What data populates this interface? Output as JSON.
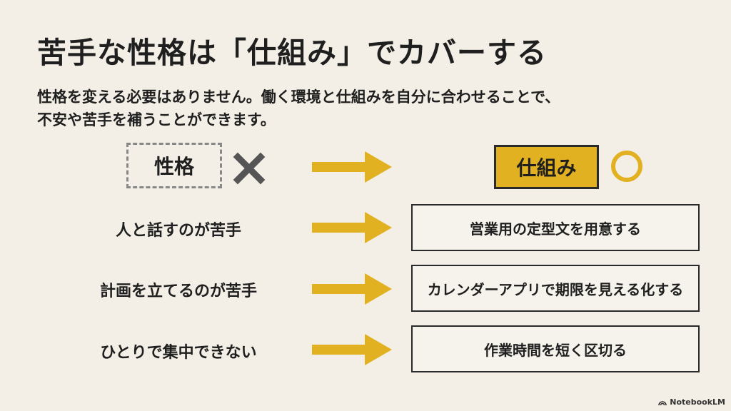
{
  "title": "苦手な性格は「仕組み」でカバーする",
  "subtitle": {
    "line1": "性格を変える必要はありません。働く環境と仕組みを自分に合わせることで、",
    "line2": "不安や苦手を補うことができます。"
  },
  "header": {
    "left_label": "性格",
    "right_label": "仕組み",
    "left_mark_icon": "cross-icon",
    "right_mark_icon": "circle-icon"
  },
  "rows": [
    {
      "problem": "人と話すのが苦手",
      "solution": "営業用の定型文を用意する"
    },
    {
      "problem": "計画を立てるのが苦手",
      "solution": "カレンダーアプリで期限を見える化する"
    },
    {
      "problem": "ひとりで集中できない",
      "solution": "作業時間を短く区切る"
    }
  ],
  "brand": "NotebookLM",
  "colors": {
    "background": "#f3efe6",
    "accent": "#e2b121",
    "arrow": "#e2b121",
    "cross": "#555555"
  }
}
